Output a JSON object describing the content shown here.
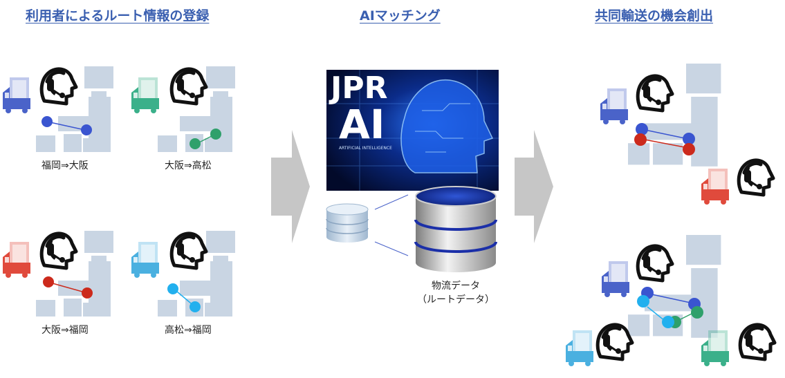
{
  "headings": {
    "registration": "利用者によるルート情報の登録",
    "matching": "AIマッチング",
    "opportunity": "共同輸送の機会創出"
  },
  "routes": [
    {
      "label": "福岡⇒大阪",
      "truck_color": "#4a63c9",
      "dot_color": "#3a55d0"
    },
    {
      "label": "大阪⇒高松",
      "truck_color": "#3bb08a",
      "dot_color": "#2fa06b"
    },
    {
      "label": "大阪⇒福岡",
      "truck_color": "#e04a3c",
      "dot_color": "#cc2a1c"
    },
    {
      "label": "高松⇒福岡",
      "truck_color": "#4ab0e0",
      "dot_color": "#22b0ee"
    }
  ],
  "ai_box": {
    "line1": "JPR",
    "line2": "AI",
    "caption": "ARTIFICIAL INTELLIGENCE"
  },
  "database": {
    "label_line1": "物流データ",
    "label_line2": "（ルートデータ）"
  },
  "colors": {
    "heading": "#3a5fb0",
    "map": "#c9d5e3",
    "arrow": "#c6c6c6"
  }
}
